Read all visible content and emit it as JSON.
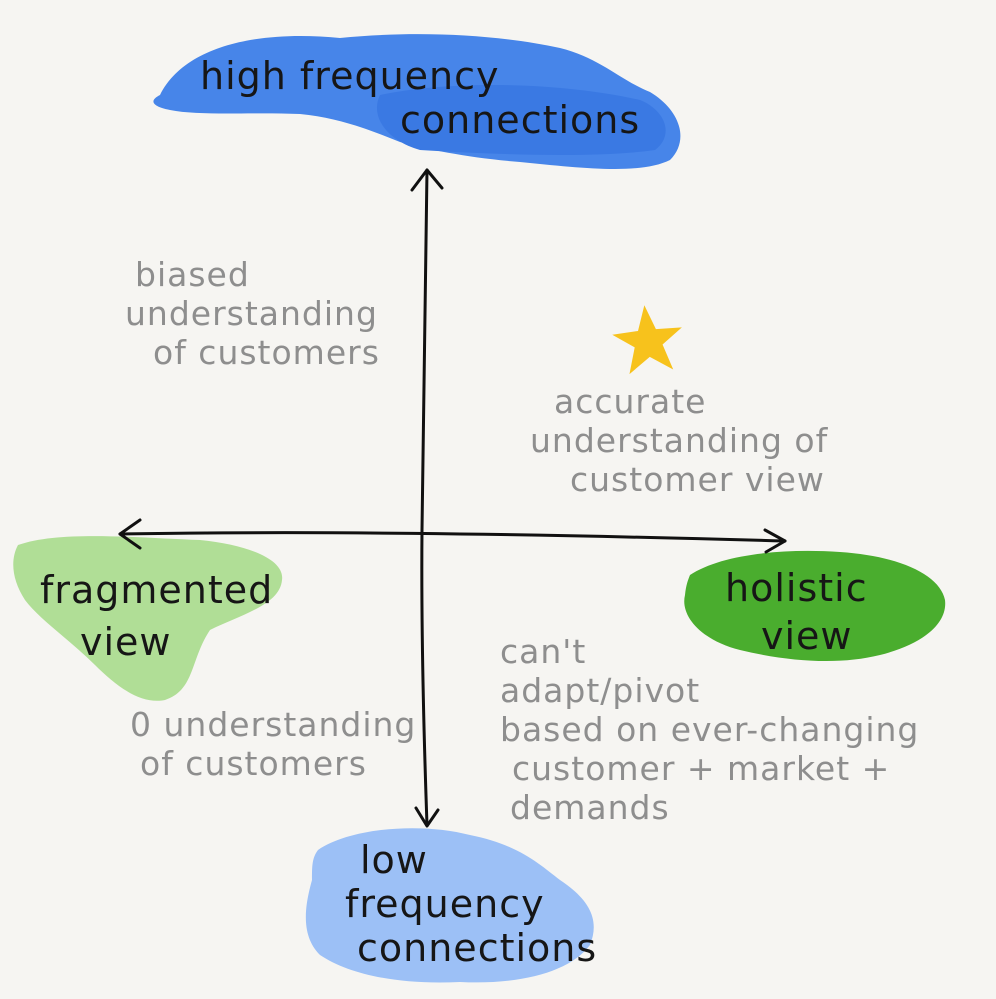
{
  "diagram": {
    "axis_labels": {
      "top": [
        "high frequency",
        "connections"
      ],
      "bottom": [
        "low",
        "frequency",
        "connections"
      ],
      "left": [
        "fragmented",
        "view"
      ],
      "right": [
        "holistic",
        "view"
      ]
    },
    "quadrant_notes": {
      "top_left": [
        "biased",
        "understanding",
        "of customers"
      ],
      "top_right": [
        "accurate",
        "understanding of",
        "customer view"
      ],
      "bottom_left": [
        "0 understanding",
        "of customers"
      ],
      "bottom_right": [
        "can't",
        "adapt/pivot",
        "based on ever-changing",
        "customer + market +",
        "demands"
      ]
    },
    "star_icon": "star-icon",
    "colors": {
      "background": "#f6f5f2",
      "high_frequency_highlight": "#3d7ee8",
      "low_frequency_highlight": "#9cc0f6",
      "fragmented_highlight": "#a9dc8c",
      "holistic_highlight": "#4aad2e",
      "star": "#f7c21c",
      "axis_ink": "#111111",
      "note_ink": "#8e8e8e"
    }
  }
}
